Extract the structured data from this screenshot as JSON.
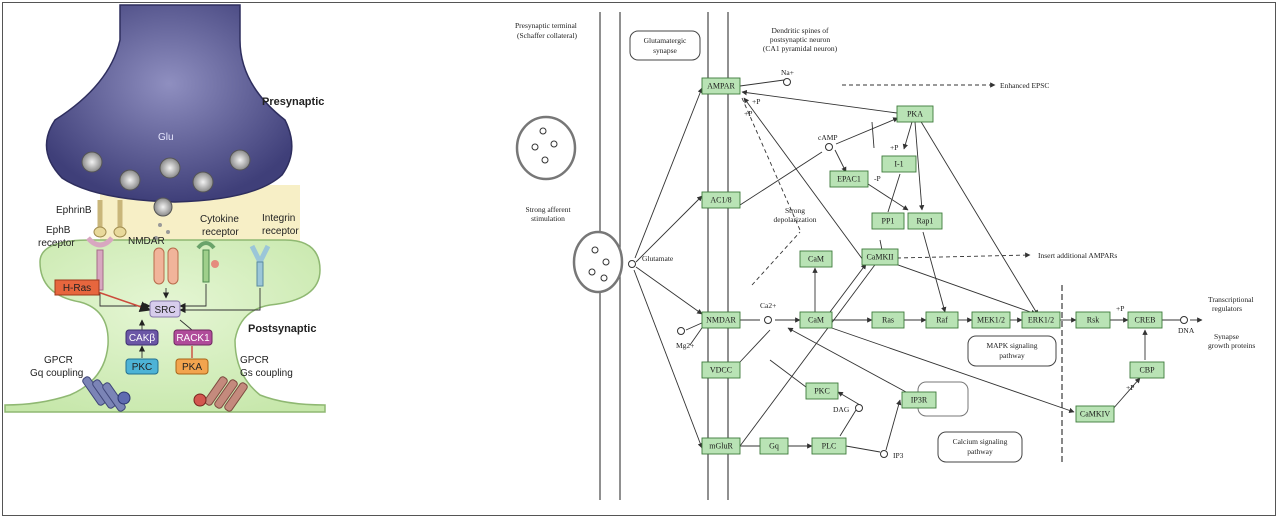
{
  "synapse": {
    "presynaptic": "Presynaptic",
    "postsynaptic": "Postsynaptic",
    "glu": "Glu",
    "ephrinb": "EphrinB",
    "ephb_receptor": "EphB\nreceptor",
    "nmdar": "NMDAR",
    "cytokine_receptor": "Cytokine\nreceptor",
    "integrin_receptor": "Integrin\nreceptor",
    "h_ras": "H-Ras",
    "src": "SRC",
    "cakb": "CAKβ",
    "rack1": "RACK1",
    "pkc": "PKC",
    "pka": "PKA",
    "gpcr_gq": "GPCR\nGq coupling",
    "gpcr_gs": "GPCR\nGs coupling"
  },
  "pathway": {
    "presynaptic_terminal": "Presynaptic terminal\n(Schaffer collateral)",
    "glutamatergic_synapse": "Glutamatergic\nsynapse",
    "dendritic_spines": "Dendritic spines of\npostsynaptic neuron\n(CA1 pyramidal neuron)",
    "enhanced_epsc": "Enhanced EPSC",
    "strong_afferent": "Strong afferent\nstimulation",
    "glutamate": "Glutamate",
    "strong_depolarization": "Strong\ndepolarization",
    "insert_ampars": "Insert additional AMPARs",
    "transcriptional": "Transcriptional\nregulators",
    "synapse_growth": "Synapse\ngrowth proteins",
    "dna": "DNA",
    "mapk": "MAPK signaling\npathway",
    "calcium": "Calcium signaling\npathway",
    "na": "Na+",
    "camp": "cAMP",
    "ca": "Ca2+",
    "mg": "Mg2+",
    "dag": "DAG",
    "ip3": "IP3",
    "p_ampar1": "+P",
    "p_ampar2": "+P",
    "p_i1a": "+P",
    "p_i1b": "-P",
    "p_creb": "+P",
    "p_cbp": "+P",
    "nodes": {
      "ampar": "AMPAR",
      "pka": "PKA",
      "ac1_8": "AC1/8",
      "i1": "I-1",
      "epac1": "EPAC1",
      "pp1": "PP1",
      "rap1": "Rap1",
      "cam_top": "CaM",
      "camkii": "CaMKII",
      "nmdar": "NMDAR",
      "cam": "CaM",
      "ras": "Ras",
      "raf": "Raf",
      "mek12": "MEK1/2",
      "erk12": "ERK1/2",
      "rsk": "Rsk",
      "creb": "CREB",
      "cbp": "CBP",
      "camkiv": "CaMKIV",
      "vdcc": "VDCC",
      "pkc": "PKC",
      "ip3r": "IP3R",
      "mglur": "mGluR",
      "gq": "Gq",
      "plc": "PLC"
    }
  }
}
